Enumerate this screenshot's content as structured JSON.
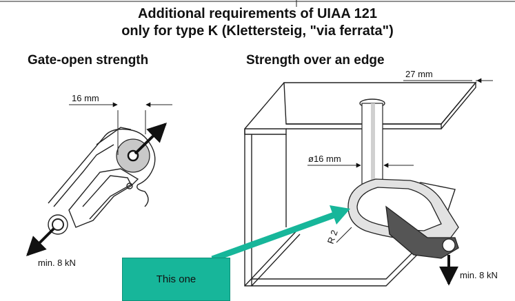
{
  "title_line1": "Additional requirements of UIAA 121",
  "title_line2": "only for type K (Klettersteig, \"via ferrata\")",
  "left_heading": "Gate-open strength",
  "right_heading": "Strength over an edge",
  "labels": {
    "gate_width": "16 mm",
    "edge_width": "27 mm",
    "bar_diameter": "ø16 mm",
    "edge_radius": "R 2",
    "left_load": "min. 8 kN",
    "right_load": "min. 8 kN"
  },
  "callout_text": "This one",
  "colors": {
    "callout": "#17b69a",
    "arrow": "#17b69a",
    "rod_fill": "#c8c8c8",
    "dark_part": "#555555"
  }
}
